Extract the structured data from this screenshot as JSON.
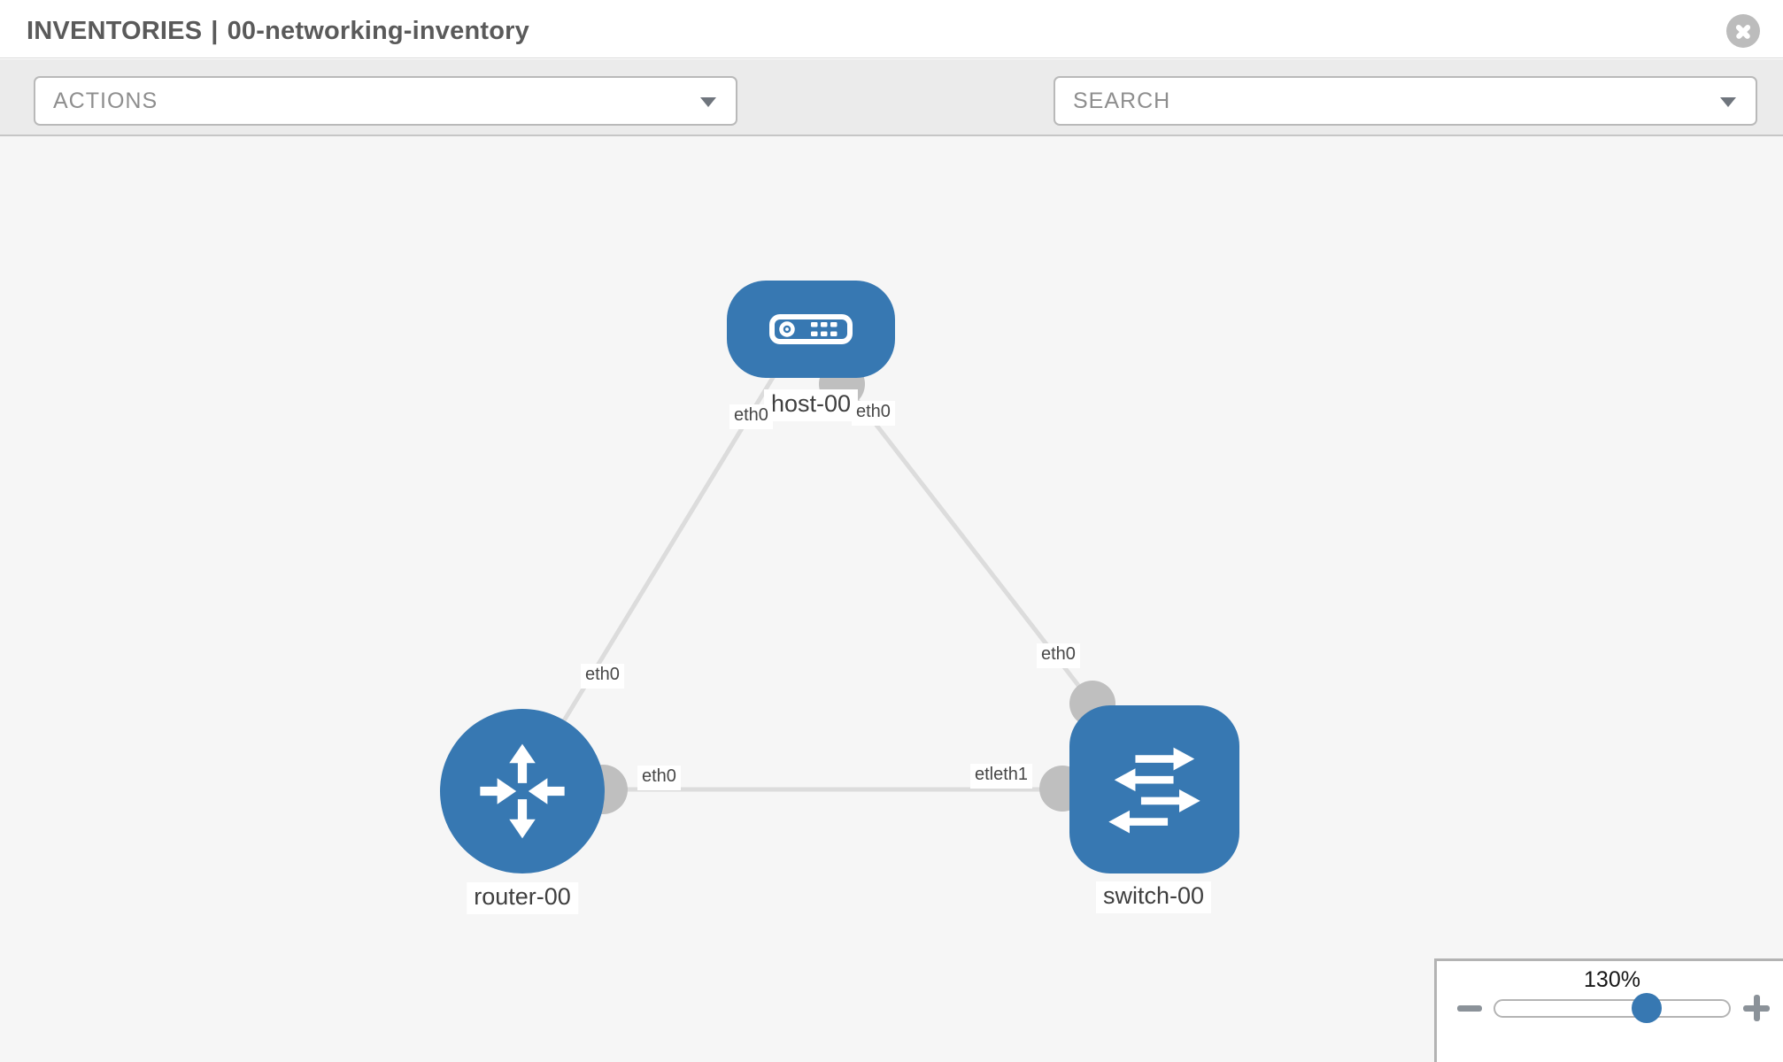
{
  "window": {
    "title_section": "INVENTORIES",
    "title_separator": "|",
    "title_item": "00-networking-inventory"
  },
  "toolbar": {
    "actions_label": "ACTIONS",
    "search_label": "SEARCH"
  },
  "graph": {
    "nodes": [
      {
        "id": "host-00",
        "type": "host",
        "label": "host-00"
      },
      {
        "id": "router-00",
        "type": "router",
        "label": "router-00"
      },
      {
        "id": "switch-00",
        "type": "switch",
        "label": "switch-00"
      }
    ],
    "links": [
      {
        "from": "host-00",
        "from_port": "eth0",
        "to": "router-00",
        "to_port": "eth0"
      },
      {
        "from": "host-00",
        "from_port": "eth0",
        "to": "switch-00",
        "to_port": "eth0"
      },
      {
        "from": "router-00",
        "from_port": "eth0",
        "to": "switch-00",
        "to_port": "eth1"
      }
    ],
    "port_plates": [
      "eth0",
      "eth0",
      "eth0",
      "eth0",
      "etleth1",
      "eth0"
    ]
  },
  "zoom_control": {
    "level": "130%"
  },
  "colors": {
    "node_blue": "#3778b2",
    "link_gray": "#dcdcdc",
    "endpoint_gray": "#bfbfbf",
    "toolbar_bg": "#ebebeb",
    "canvas_bg": "#f6f6f6"
  }
}
